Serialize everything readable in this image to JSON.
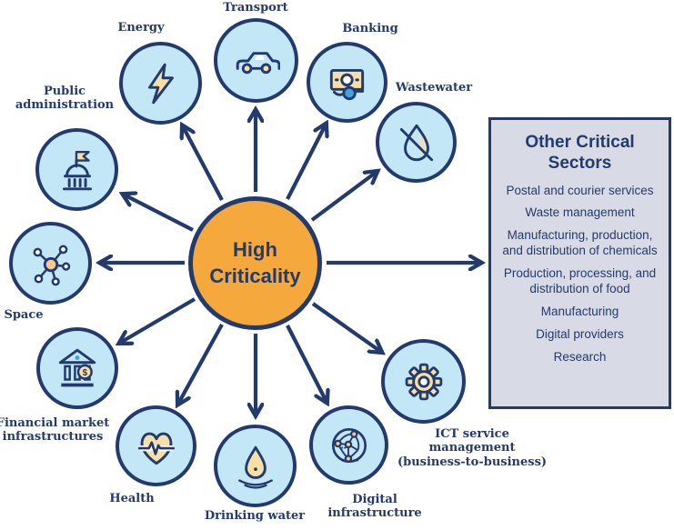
{
  "diagram": {
    "type": "hub-and-spoke",
    "center": {
      "lines": [
        "High",
        "Criticality"
      ]
    },
    "sectors": [
      {
        "id": "energy",
        "lines": [
          "Energy"
        ],
        "icon": "lightning-icon"
      },
      {
        "id": "transport",
        "lines": [
          "Transport"
        ],
        "icon": "car-icon"
      },
      {
        "id": "banking",
        "lines": [
          "Banking"
        ],
        "icon": "banknote-icon"
      },
      {
        "id": "wastewater",
        "lines": [
          "Wastewater"
        ],
        "icon": "no-water-drop-icon"
      },
      {
        "id": "public-administration",
        "lines": [
          "Public",
          "administration"
        ],
        "icon": "government-building-icon"
      },
      {
        "id": "space",
        "lines": [
          "Space"
        ],
        "icon": "satellite-network-icon"
      },
      {
        "id": "financial-market-infrastructures",
        "lines": [
          "Financial market",
          "infrastructures"
        ],
        "icon": "bank-icon"
      },
      {
        "id": "health",
        "lines": [
          "Health"
        ],
        "icon": "heart-pulse-icon"
      },
      {
        "id": "drinking-water",
        "lines": [
          "Drinking water"
        ],
        "icon": "water-drop-icon"
      },
      {
        "id": "digital-infrastructure",
        "lines": [
          "Digital",
          "infrastructure"
        ],
        "icon": "network-globe-icon"
      },
      {
        "id": "ict-service-management",
        "lines": [
          "ICT service",
          "management",
          "(business-to-business)"
        ],
        "icon": "gear-icon"
      }
    ],
    "edges": [
      "center->energy",
      "center->transport",
      "center->banking",
      "center->wastewater",
      "center->other-critical-sectors-box",
      "center->ict-service-management",
      "center->digital-infrastructure",
      "center->drinking-water",
      "center->health",
      "center->financial-market-infrastructures",
      "center->space",
      "center->public-administration"
    ],
    "other_critical_sectors": {
      "title": "Other Critical Sectors",
      "items": [
        "Postal and courier services",
        "Waste management",
        "Manufacturing, production, and distribution of chemicals",
        "Production, processing, and distribution of food",
        "Manufacturing",
        "Digital providers",
        "Research"
      ]
    },
    "colors": {
      "navy": "#233A6C",
      "orange": "#F5A83B",
      "light_blue": "#C4E7F8",
      "cream": "#F8DFA8",
      "accent_blue": "#45A2DE",
      "box_background": "#D8DBE6"
    }
  }
}
